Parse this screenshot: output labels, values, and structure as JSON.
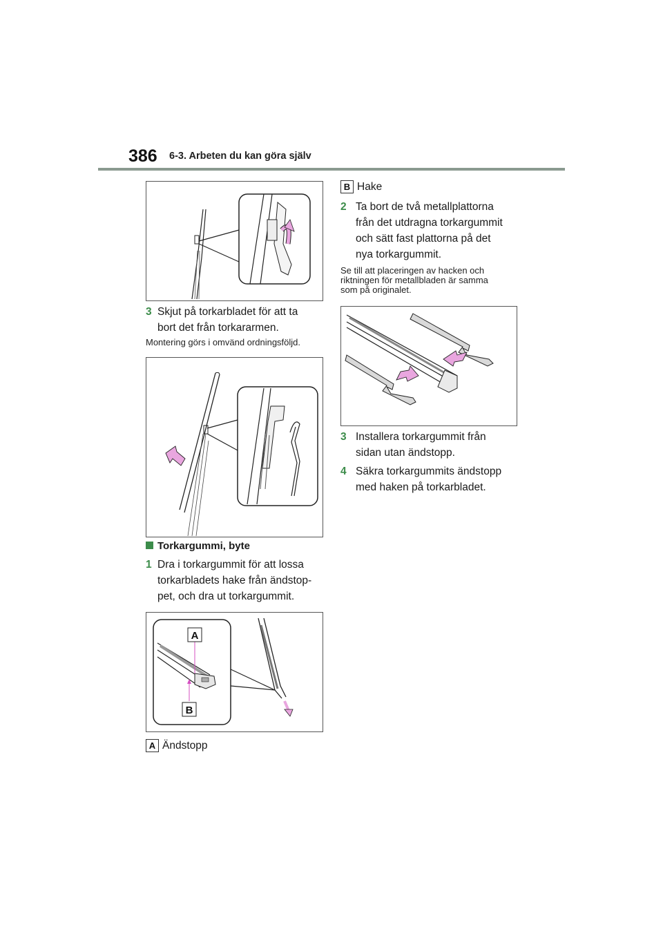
{
  "header": {
    "page_number": "386",
    "section_title": "6-3. Arbeten du kan göra själv"
  },
  "left": {
    "step3": {
      "num": "3",
      "text_line1": "Skjut på torkarbladet för att ta",
      "text_line2": "bort det från torkararmen."
    },
    "note1": "Montering görs i omvänd ordningsföljd.",
    "section_heading": "Torkargummi, byte",
    "step1": {
      "num": "1",
      "line1": "Dra i torkargummit för att lossa",
      "line2": "torkarbladets hake från ändstop-",
      "line3": "pet, och dra ut torkargummit."
    },
    "callout_a": {
      "letter": "A",
      "label": "Ändstopp"
    },
    "fig3_labels": {
      "a": "A",
      "b": "B"
    }
  },
  "right": {
    "callout_b": {
      "letter": "B",
      "label": "Hake"
    },
    "step2": {
      "num": "2",
      "line1": "Ta bort de två metallplattorna",
      "line2": "från det utdragna torkargummit",
      "line3": "och sätt fast plattorna på det",
      "line4": "nya torkargummit."
    },
    "note2": {
      "line1": "Se till att placeringen av hacken och",
      "line2": "riktningen för metallbladen är samma",
      "line3": "som på originalet."
    },
    "step3": {
      "num": "3",
      "line1": "Installera torkargummit från",
      "line2": "sidan utan ändstopp."
    },
    "step4": {
      "num": "4",
      "line1": "Säkra torkargummits ändstopp",
      "line2": "med haken på torkarbladet."
    }
  },
  "colors": {
    "accent_green": "#3c8c4a",
    "arrow_pink": "#e9a6df",
    "header_rule": "#8a9a90"
  }
}
